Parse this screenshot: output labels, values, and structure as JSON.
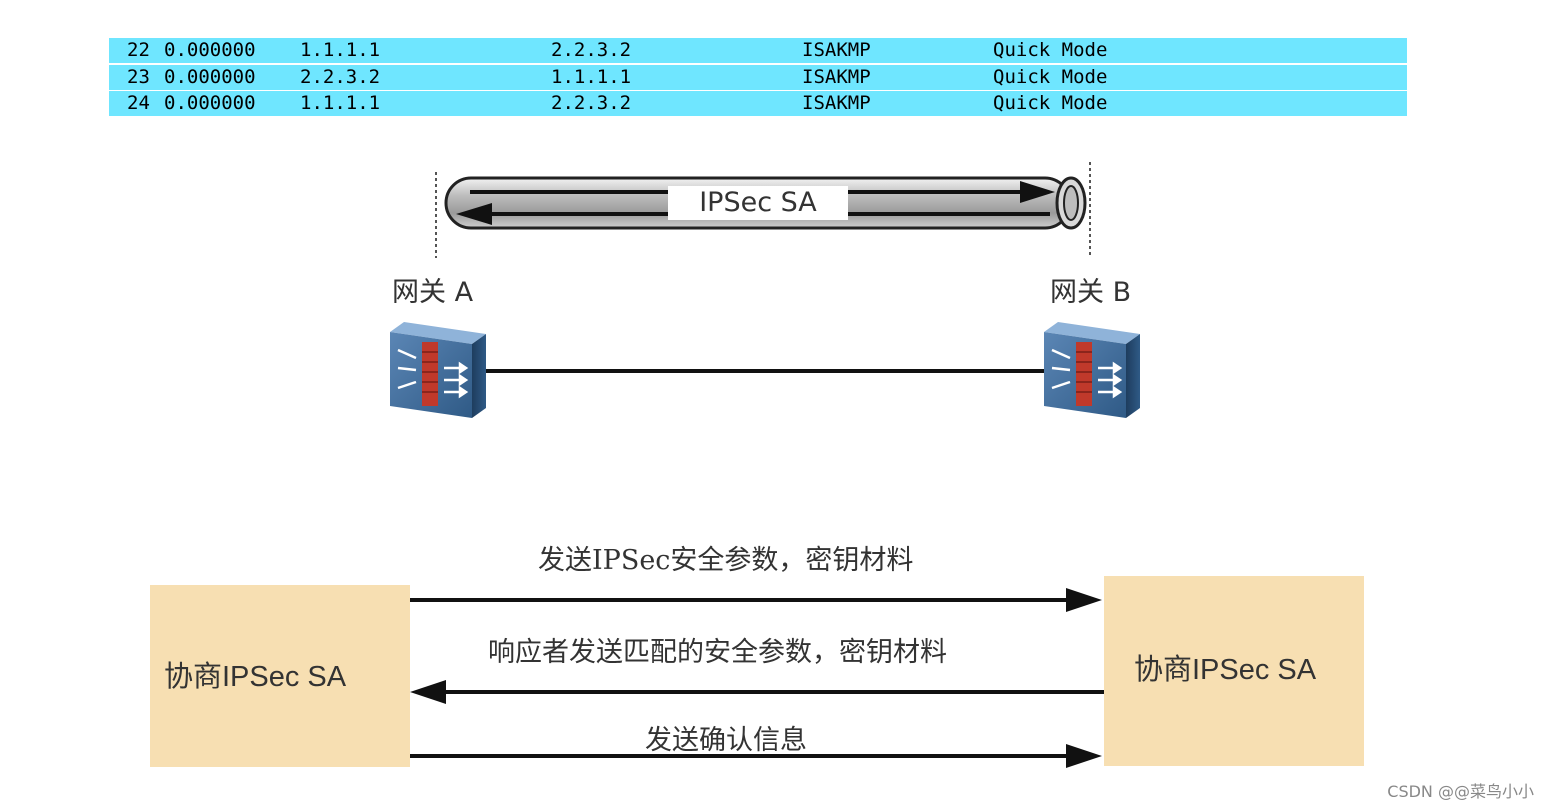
{
  "packets": [
    {
      "no": "22",
      "time": "0.000000",
      "src": "1.1.1.1",
      "dst": "2.2.3.2",
      "proto": "ISAKMP",
      "info": "Quick Mode"
    },
    {
      "no": "23",
      "time": "0.000000",
      "src": "2.2.3.2",
      "dst": "1.1.1.1",
      "proto": "ISAKMP",
      "info": "Quick Mode"
    },
    {
      "no": "24",
      "time": "0.000000",
      "src": "1.1.1.1",
      "dst": "2.2.3.2",
      "proto": "ISAKMP",
      "info": "Quick Mode"
    }
  ],
  "tunnel": {
    "label": "IPSec SA",
    "gateway_a": "网关 A",
    "gateway_b": "网关 B"
  },
  "negotiation": {
    "left_box": "协商IPSec SA",
    "right_box": "协商IPSec SA",
    "messages": [
      {
        "label": "发送IPSec安全参数，密钥材料",
        "direction": "right"
      },
      {
        "label": "响应者发送匹配的安全参数，密钥材料",
        "direction": "left"
      },
      {
        "label": "发送确认信息",
        "direction": "right"
      }
    ]
  },
  "watermark": "CSDN @@菜鸟小小",
  "colors": {
    "packet_highlight": "#6fe6ff",
    "box_fill": "#f7dfb2",
    "firewall_body": "#3f6e9c",
    "firewall_wall": "#c0392b"
  }
}
